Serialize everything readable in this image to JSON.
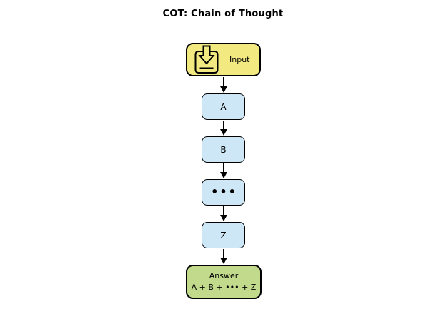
{
  "title": "COT: Chain of Thought",
  "colors": {
    "background": "#FFFFFF",
    "input_fill": "#F2EA80",
    "step_fill": "#CEE7F6",
    "answer_fill": "#C1DA8C",
    "stroke": "#000000"
  },
  "flow": {
    "input": {
      "label": "Input",
      "icon": "download-tray-icon"
    },
    "steps": [
      {
        "label": "A"
      },
      {
        "label": "B"
      },
      {
        "label": "•••"
      },
      {
        "label": "Z"
      }
    ],
    "answer": {
      "label": "Answer",
      "formula": "A + B + ••• + Z"
    }
  }
}
